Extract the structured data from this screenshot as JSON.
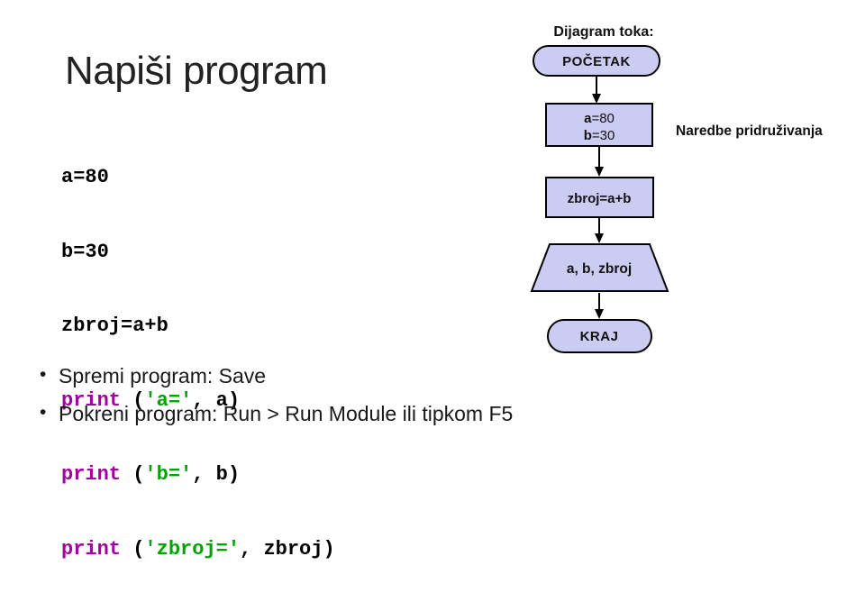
{
  "slide": {
    "title": "Napiši program",
    "background_color": "#ffffff"
  },
  "code": {
    "line1": "a=80",
    "line2": "b=30",
    "line3": "zbroj=a+b",
    "line4": {
      "kw": "print",
      "pre": " (",
      "str": "'a='",
      "post": ", a)"
    },
    "line5": {
      "kw": "print",
      "pre": " (",
      "str": "'b='",
      "post": ", b)"
    },
    "line6": {
      "kw": "print",
      "pre": " (",
      "str": "'zbroj='",
      "post": ", zbroj)"
    },
    "colors": {
      "keyword": "#a000a0",
      "string": "#00a300",
      "default": "#000000"
    }
  },
  "flowchart": {
    "heading": "Dijagram toka:",
    "start_label": "POČETAK",
    "assign_var1": "a",
    "assign_val1": "=80",
    "assign_var2": "b",
    "assign_val2": "=30",
    "assign_note": "Naredbe pridruživanja",
    "process_label": "zbroj=a+b",
    "output_label": "a, b, zbroj",
    "end_label": "KRAJ",
    "shape_fill": "#ccccf2",
    "shape_border": "#000000"
  },
  "bullets": [
    {
      "marker": "•",
      "text": "Spremi program: Save"
    },
    {
      "marker": "•",
      "text": "Pokreni program: Run > Run Module ili tipkom F5"
    }
  ]
}
